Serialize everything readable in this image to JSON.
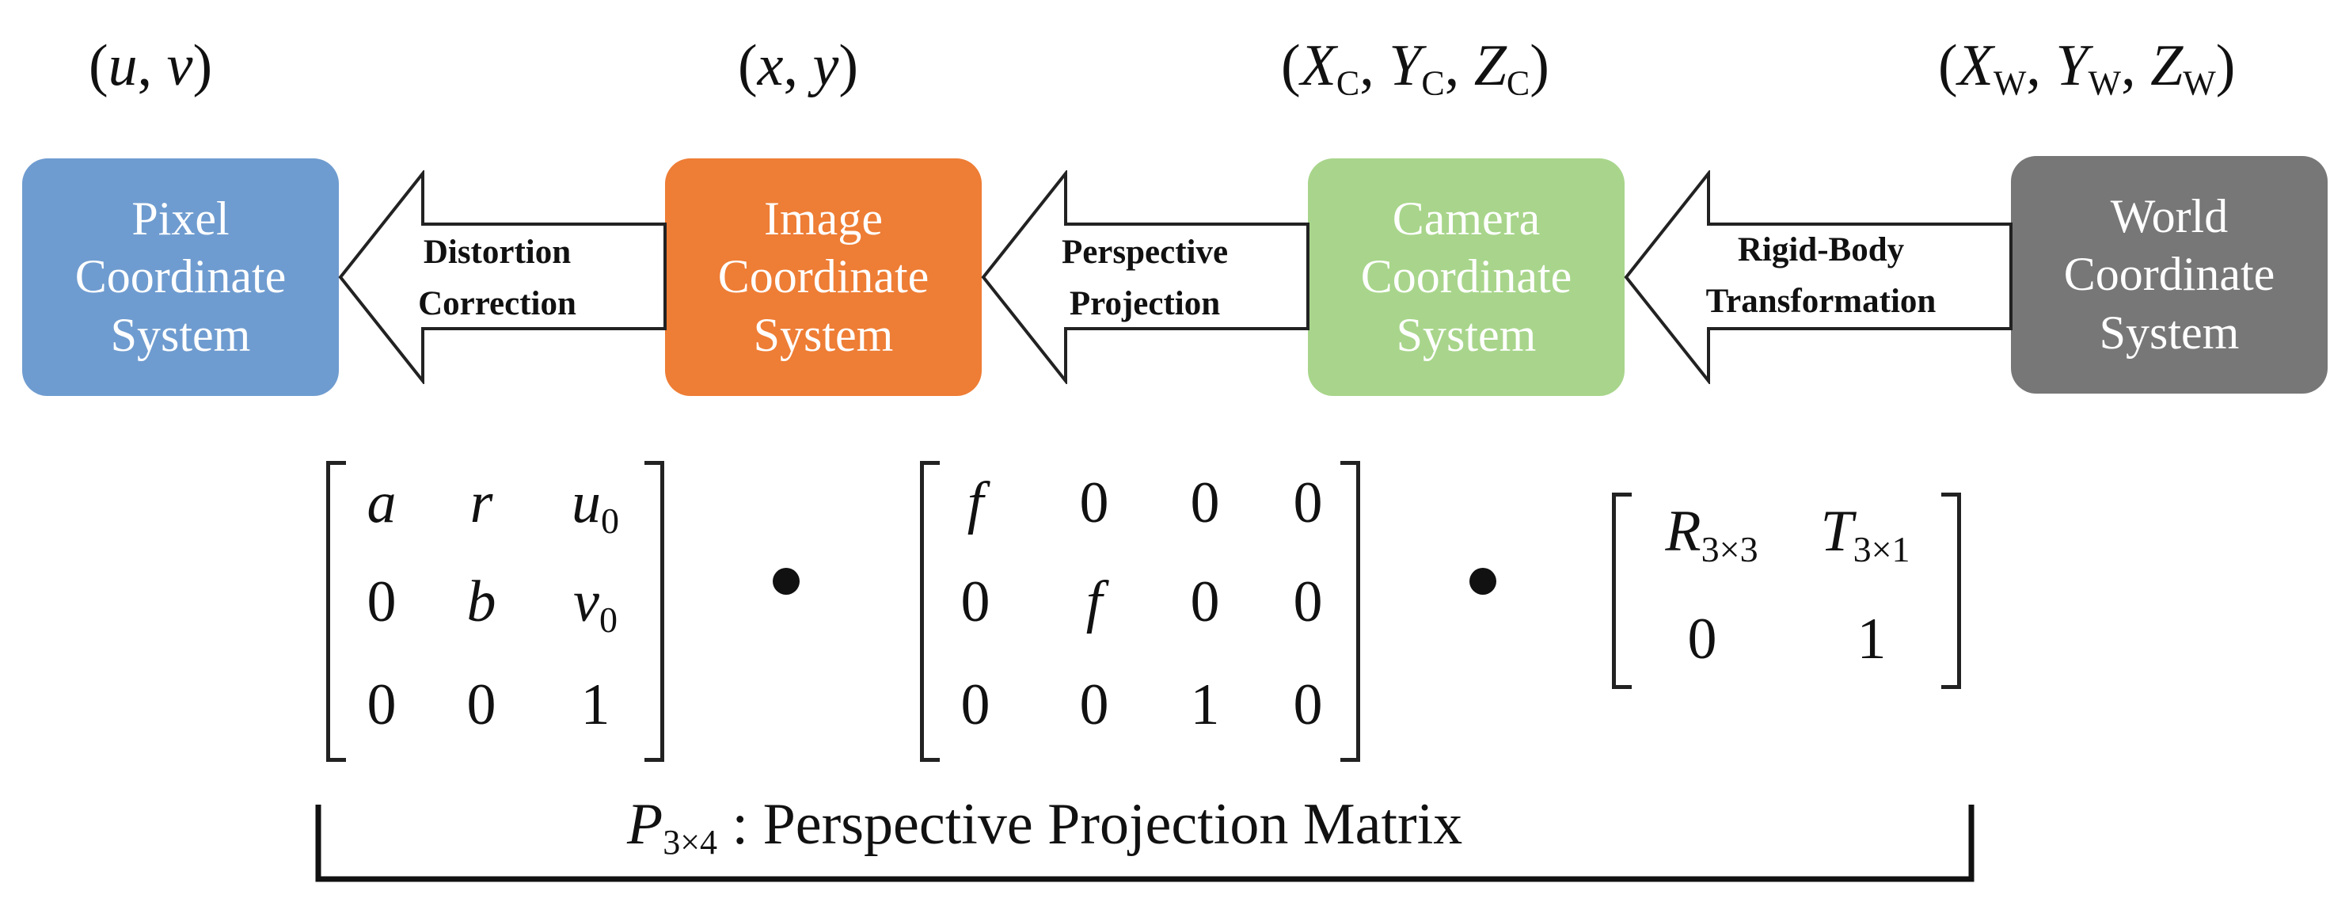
{
  "colors": {
    "pixel": "#6f9cd0",
    "image": "#ee7d35",
    "camera": "#a8d58b",
    "world": "#777777"
  },
  "labels": {
    "pixel": {
      "var1": "u",
      "var2": "v"
    },
    "image": {
      "var1": "x",
      "var2": "y"
    },
    "camera": {
      "X": "X",
      "Y": "Y",
      "Z": "Z",
      "sub": "C"
    },
    "world": {
      "X": "X",
      "Y": "Y",
      "Z": "Z",
      "sub": "W"
    }
  },
  "boxes": {
    "pixel": [
      "Pixel",
      "Coordinate",
      "System"
    ],
    "image": [
      "Image",
      "Coordinate",
      "System"
    ],
    "camera": [
      "Camera",
      "Coordinate",
      "System"
    ],
    "world": [
      "World",
      "Coordinate",
      "System"
    ]
  },
  "arrows": {
    "distortion": [
      "Distortion",
      "Correction"
    ],
    "perspective": [
      "Perspective",
      "Projection"
    ],
    "rigid": [
      "Rigid-Body",
      "Transformation"
    ]
  },
  "intrinsic": {
    "r0": [
      "a",
      "r",
      "u",
      "0"
    ],
    "r1": [
      "0",
      "b",
      "v",
      "0"
    ],
    "r2": [
      "0",
      "0",
      "1"
    ]
  },
  "projection": {
    "r0": [
      "f",
      "0",
      "0",
      "0"
    ],
    "r1": [
      "0",
      "f",
      "0",
      "0"
    ],
    "r2": [
      "0",
      "0",
      "1",
      "0"
    ]
  },
  "extrinsic": {
    "R": "R",
    "R_sub": "3×3",
    "T": "T",
    "T_sub": "3×1",
    "b0": "0",
    "b1": "1"
  },
  "caption": {
    "P": "P",
    "P_sub": "3×4",
    "text": " : Perspective Projection Matrix"
  }
}
